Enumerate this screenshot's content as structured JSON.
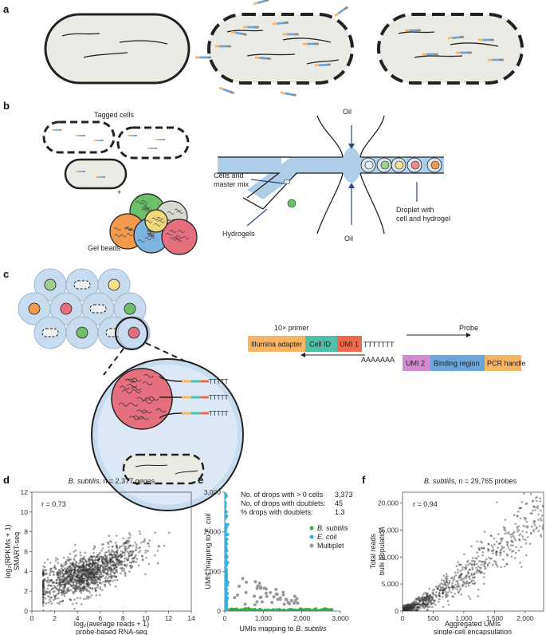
{
  "panel_labels": {
    "a": "a",
    "b": "b",
    "c": "c",
    "d": "d",
    "e": "e",
    "f": "f"
  },
  "panel_b": {
    "tagged_cells": "Tagged cells",
    "plus": "+",
    "gel_beads": "Gel beads",
    "oil_top": "Oil",
    "oil_bottom": "Oil",
    "cells_master_mix_1": "Cells and",
    "cells_master_mix_2": "master mix",
    "hydrogels": "Hydrogels",
    "droplet_1": "Droplet with",
    "droplet_2": "cell and hydrogel"
  },
  "panel_c": {
    "primer_title": "10× primer",
    "illumina_adapter": "Illumina adapter",
    "cell_id": "Cell ID",
    "umi1": "UMI 1",
    "polyT": "TTTTTTT",
    "polyA": "AAAAAAA",
    "probe_title": "Probe",
    "umi2": "UMI 2",
    "binding_region": "Binding region",
    "pcr_handle": "PCR handle",
    "tail_text": "TTTTT",
    "colors": {
      "illumina": "#f7b463",
      "cellid": "#4fbfa7",
      "umi1": "#ee6a4d",
      "umi2": "#d58ad0",
      "binding": "#6aa6dc",
      "pcr": "#f7b463"
    }
  },
  "panel_d": {
    "title_italic": "B. subtilis",
    "title_rest": ", n = 2,377 genes",
    "r_label": "r = 0.73",
    "ylabel_1": "log₂(RPKMs + 1)",
    "ylabel_2": "SMART-seq",
    "xlabel_1": "log₂(average reads + 1)",
    "xlabel_2": "probe-based RNA-seq",
    "xticks": [
      "0",
      "2",
      "4",
      "6",
      "8",
      "10",
      "12",
      "14"
    ],
    "yticks": [
      "0",
      "2",
      "4",
      "6",
      "8",
      "10",
      "12"
    ]
  },
  "panel_e": {
    "stats": [
      {
        "label": "No. of drops with > 0 cells",
        "value": "3,373"
      },
      {
        "label": "No. of drops with doublets:",
        "value": "45"
      },
      {
        "label": "% drops with doublets:",
        "value": "1.3"
      }
    ],
    "legend": [
      {
        "name": "B. subtilis",
        "italic": true,
        "color": "#3aa84a"
      },
      {
        "name": "E. coli",
        "italic": true,
        "color": "#3ab0d8"
      },
      {
        "name": "Multiplet",
        "italic": false,
        "color": "#999999"
      }
    ],
    "ylabel_prefix": "UMIs mapping to ",
    "ylabel_italic": "E. coli",
    "xlabel_prefix": "UMIs mapping to ",
    "xlabel_italic": "B. subtilis",
    "xticks": [
      "0",
      "1,000",
      "2,000",
      "3,000"
    ],
    "yticks": [
      "0",
      "1,000",
      "2,000",
      "3,000"
    ]
  },
  "panel_f": {
    "title_italic": "B. subtilis",
    "title_rest": ", n = 29,765 probes",
    "r_label": "r = 0.94",
    "ylabel_1": "Total reads",
    "ylabel_2": "bulk population",
    "xlabel_1": "Aggregated UMIs",
    "xlabel_2": "single-cell encapsulation",
    "xticks": [
      "0",
      "500",
      "1,000",
      "1,500",
      "2,000"
    ],
    "yticks": [
      "0",
      "5,000",
      "10,000",
      "15,000",
      "20,000"
    ]
  },
  "chart_data": [
    {
      "type": "scatter",
      "panel": "d",
      "title": "B. subtilis, n = 2,377 genes",
      "xlabel": "log2(average reads + 1) probe-based RNA-seq",
      "ylabel": "log2(RPKMs + 1) SMART-seq",
      "xlim": [
        0,
        14
      ],
      "ylim": [
        0,
        12
      ],
      "r": 0.73,
      "n_points": 2377,
      "trend": [
        [
          1,
          2.6
        ],
        [
          3,
          3.2
        ],
        [
          5,
          3.7
        ],
        [
          7,
          4.8
        ],
        [
          9,
          5.8
        ],
        [
          11,
          6.8
        ],
        [
          13,
          7.4
        ]
      ]
    },
    {
      "type": "scatter",
      "panel": "e",
      "xlabel": "UMIs mapping to B. subtilis",
      "ylabel": "UMIs mapping to E. coli",
      "xlim": [
        0,
        3000
      ],
      "ylim": [
        0,
        3000
      ],
      "series": [
        {
          "name": "B. subtilis",
          "description": "points near y=0 spread along x 0-2,800"
        },
        {
          "name": "E. coli",
          "description": "points near x=0 spread along y 0-3,000"
        },
        {
          "name": "Multiplet",
          "description": "points off both axes"
        }
      ]
    },
    {
      "type": "scatter",
      "panel": "f",
      "title": "B. subtilis, n = 29,765 probes",
      "xlabel": "Aggregated UMIs single-cell encapsulation",
      "ylabel": "Total reads bulk population",
      "xlim": [
        0,
        2300
      ],
      "ylim": [
        0,
        22000
      ],
      "r": 0.94,
      "n_points": 29765,
      "trend": [
        [
          0,
          0
        ],
        [
          500,
          2600
        ],
        [
          1000,
          6500
        ],
        [
          1500,
          11000
        ],
        [
          2000,
          16000
        ],
        [
          2300,
          19000
        ]
      ]
    }
  ]
}
